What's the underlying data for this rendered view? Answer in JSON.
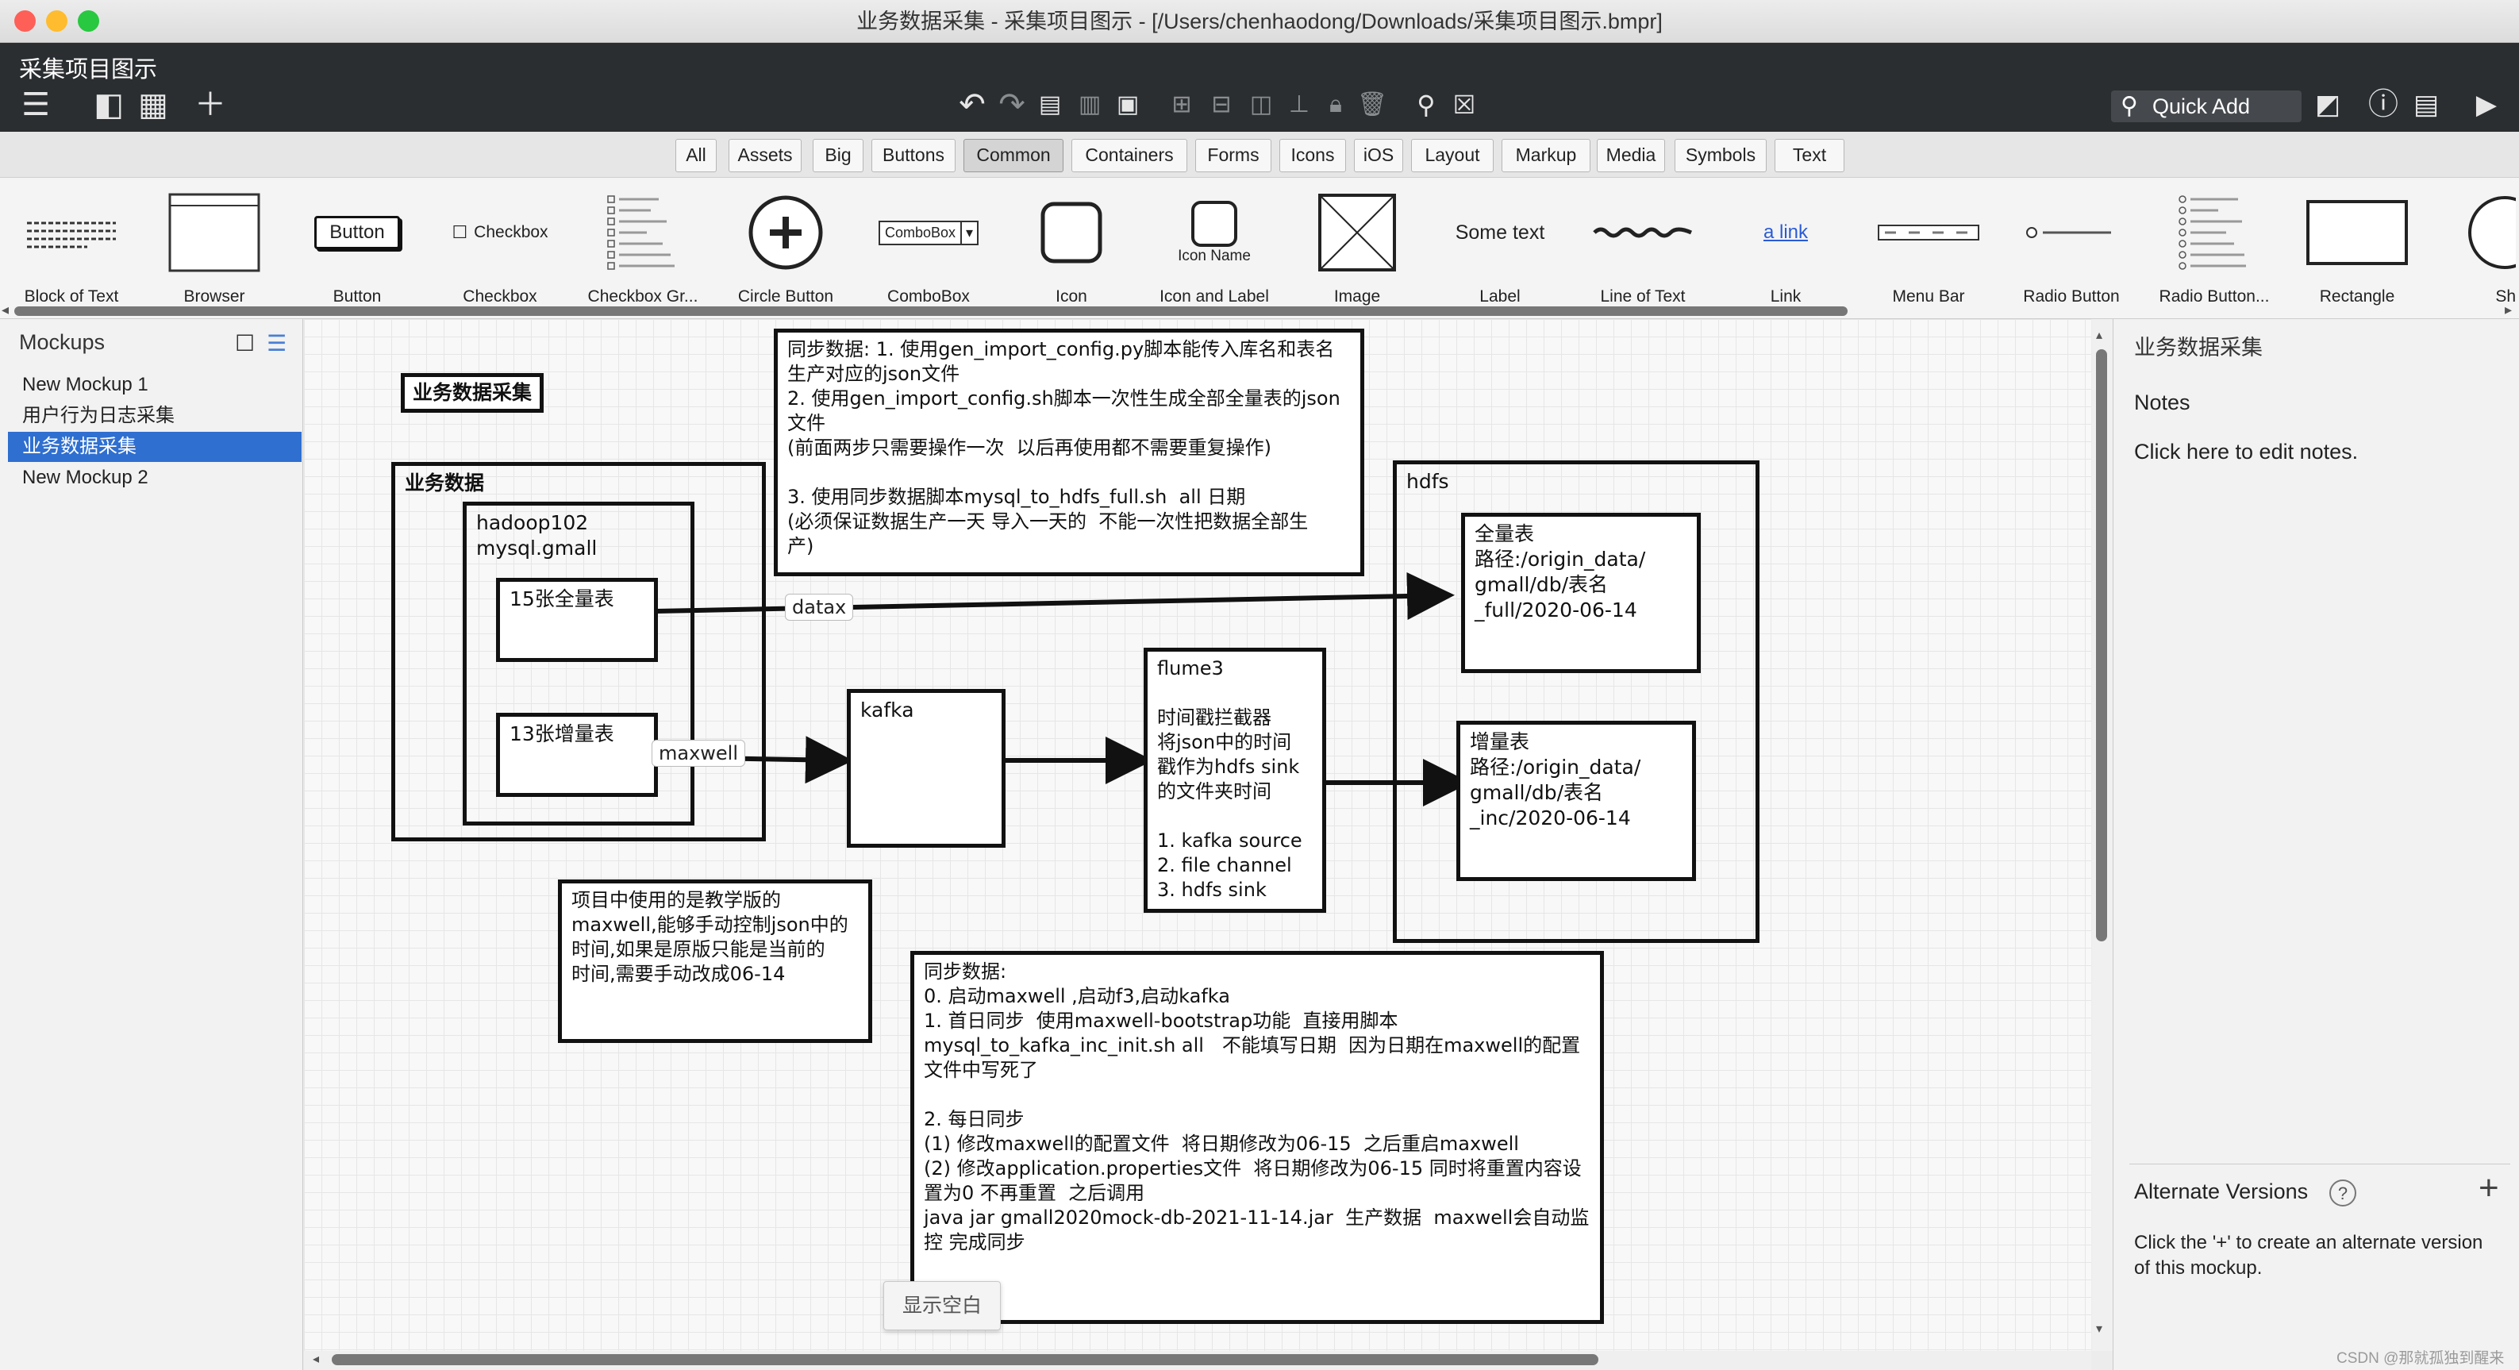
{
  "window": {
    "title": "业务数据采集 - 采集项目图示 - [/Users/chenhaodong/Downloads/采集项目图示.bmpr]"
  },
  "app": {
    "project_title": "采集项目图示",
    "quick_add_label": "Quick Add"
  },
  "categories": [
    "All",
    "Assets",
    "Big",
    "Buttons",
    "Common",
    "Containers",
    "Forms",
    "Icons",
    "iOS",
    "Layout",
    "Markup",
    "Media",
    "Symbols",
    "Text"
  ],
  "selected_category": "Common",
  "library": [
    "Block of Text",
    "Browser",
    "Button",
    "Checkbox",
    "Checkbox Gr...",
    "Circle Button",
    "ComboBox",
    "Icon",
    "Icon and Label",
    "Image",
    "Label",
    "Line of Text",
    "Link",
    "Menu Bar",
    "Radio Button",
    "Radio Button...",
    "Rectangle",
    "Sh"
  ],
  "library_previews": {
    "button": "Button",
    "checkbox": "Checkbox",
    "combobox": "ComboBox",
    "icon_name": "Icon Name",
    "some_text": "Some text",
    "link": "a link"
  },
  "mockups": {
    "header": "Mockups",
    "items": [
      "New Mockup 1",
      "用户行为日志采集",
      "业务数据采集",
      "New Mockup 2"
    ],
    "selected": 2
  },
  "canvas": {
    "title_label": "业务数据采集",
    "biz_data": "业务数据",
    "hadoop": "hadoop102\nmysql.gmall",
    "full15": "15张全量表",
    "incr13": "13张增量表",
    "datax": "datax",
    "maxwell": "maxwell",
    "kafka": "kafka",
    "flume": "flume3\n\n时间戳拦截器\n将json中的时间\n戳作为hdfs sink\n的文件夹时间\n\n1. kafka source\n2. file channel\n3. hdfs sink",
    "hdfs": "hdfs",
    "hdfs_full": "全量表\n路径:/origin_data/\ngmall/db/表名\n_full/2020-06-14",
    "hdfs_inc": "增量表\n路径:/origin_data/\ngmall/db/表名\n_inc/2020-06-14",
    "sync_note": "同步数据: 1. 使用gen_import_config.py脚本能传入库名和表名\n生产对应的json文件\n2. 使用gen_import_config.sh脚本一次性生成全部全量表的json\n文件\n(前面两步只需要操作一次  以后再使用都不需要重复操作)\n\n3. 使用同步数据脚本mysql_to_hdfs_full.sh  all 日期\n(必须保证数据生产一天 导入一天的  不能一次性把数据全部生\n产)",
    "maxwell_note": "项目中使用的是教学版的\nmaxwell,能够手动控制json中的\n时间,如果是原版只能是当前的\n时间,需要手动改成06-14",
    "sync2_note": "同步数据:\n0. 启动maxwell ,启动f3,启动kafka\n1. 首日同步  使用maxwell-bootstrap功能  直接用脚本\nmysql_to_kafka_inc_init.sh all   不能填写日期  因为日期在maxwell的配置\n文件中写死了\n\n2. 每日同步\n(1) 修改maxwell的配置文件  将日期修改为06-15  之后重启maxwell\n(2) 修改application.properties文件  将日期修改为06-15 同时将重置内容设\n置为0 不再重置  之后调用\njava jar gmall2020mock-db-2021-11-14.jar  生产数据  maxwell会自动监\n控 完成同步",
    "tooltip": "显示空白"
  },
  "notes_panel": {
    "title": "业务数据采集",
    "notes_label": "Notes",
    "notes_placeholder": "Click here to edit notes.",
    "alt_versions_label": "Alternate Versions",
    "help_glyph": "?",
    "alt_versions_desc": "Click the '+' to create an alternate version of this mockup."
  },
  "watermark": "CSDN @那就孤独到醒来",
  "colors": {
    "selection": "#2f6fd0",
    "appbar": "#2b2e31"
  }
}
